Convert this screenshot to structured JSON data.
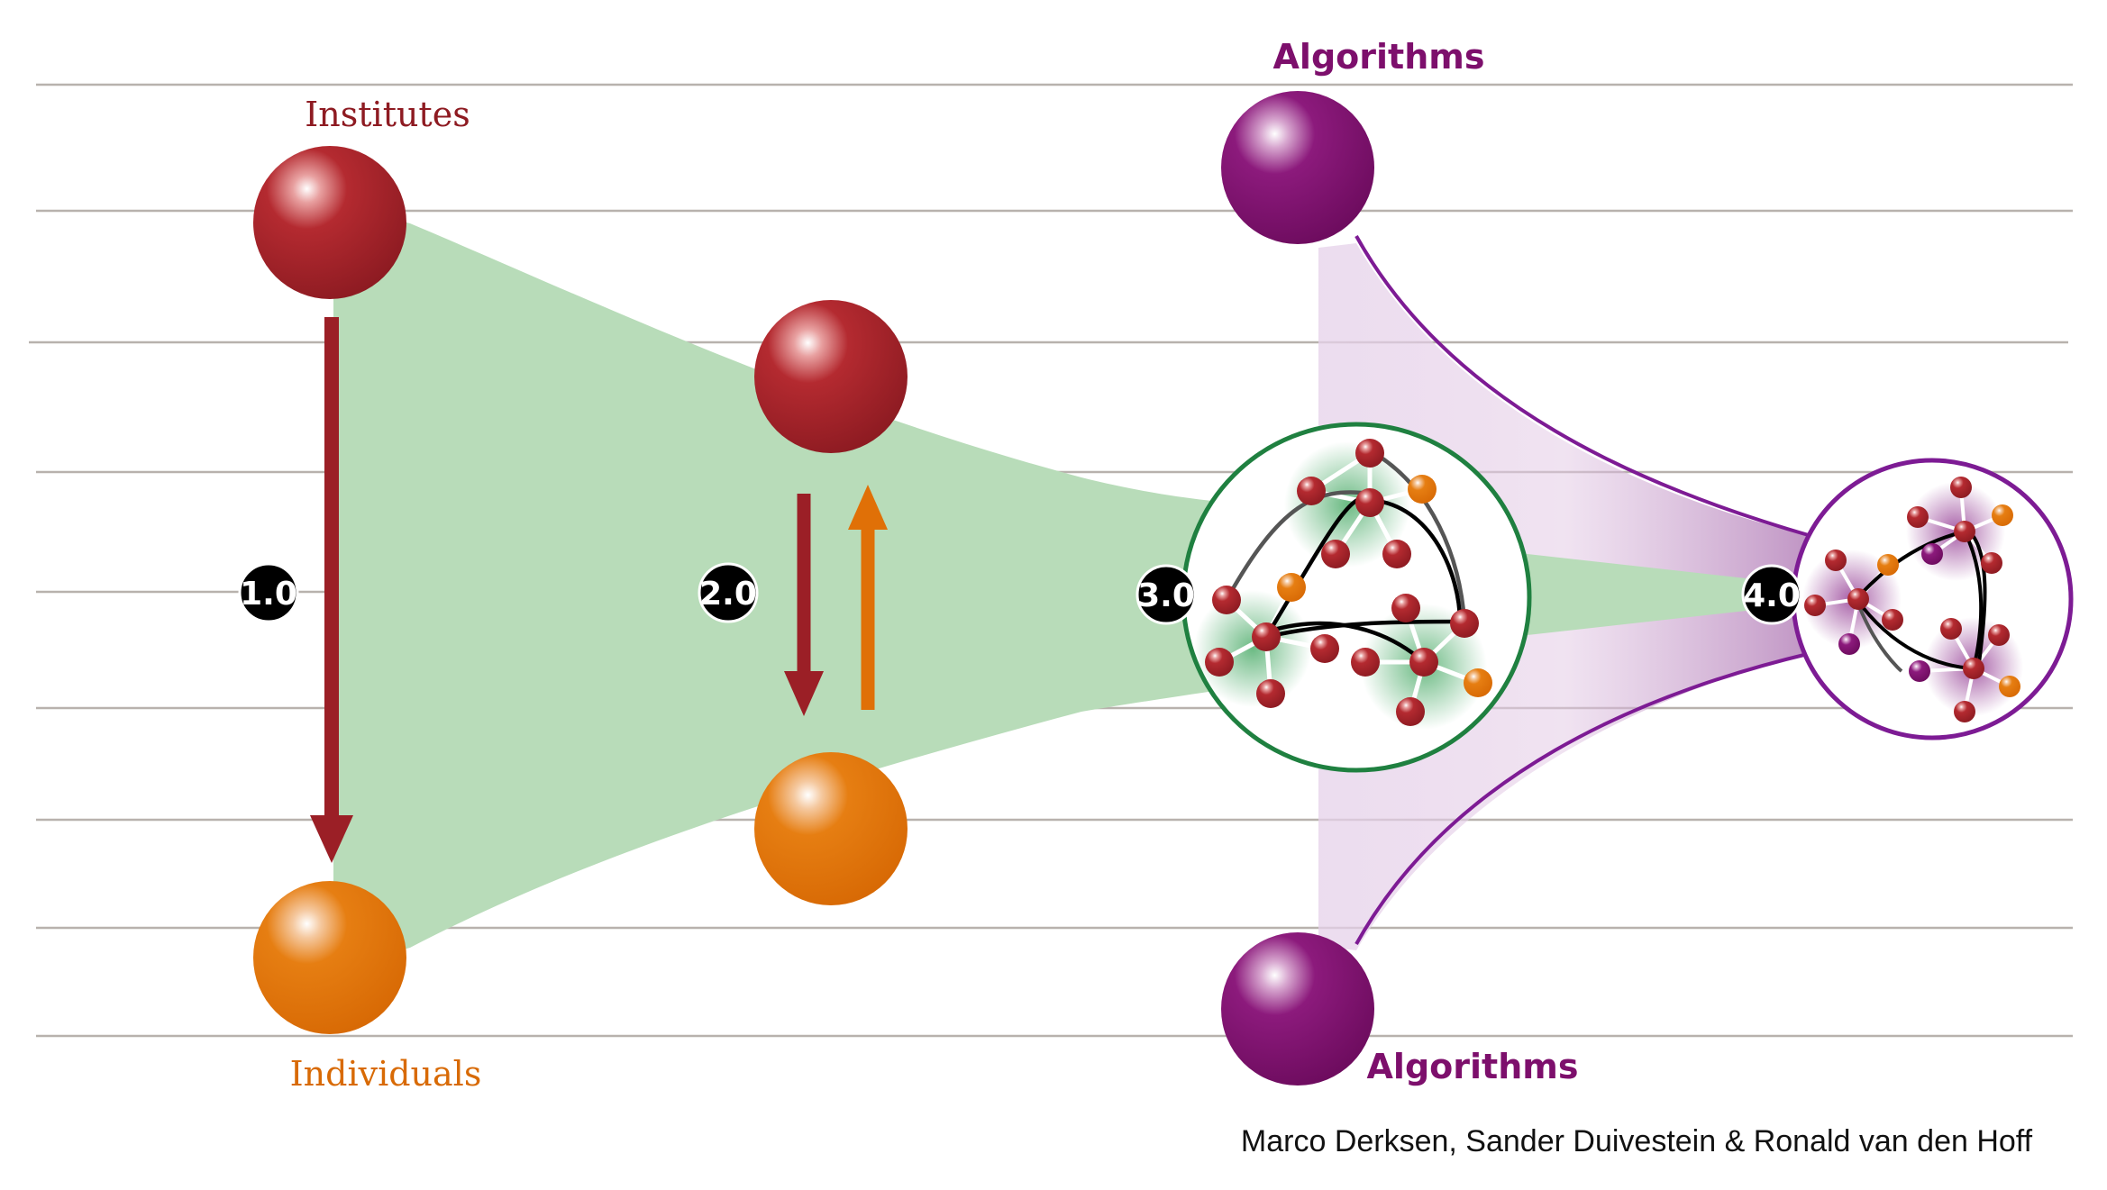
{
  "labels": {
    "institutes": "Institutes",
    "individuals": "Individuals",
    "algorithms_top": "Algorithms",
    "algorithms_bottom": "Algorithms"
  },
  "stages": [
    "1.0",
    "2.0",
    "3.0",
    "4.0"
  ],
  "credit": "Marco Derksen, Sander Duivestein & Ronald van den Hoff",
  "colors": {
    "institute": "#9b1f26",
    "individual": "#e07007",
    "algorithm": "#7d0f6c",
    "network_ring": "#1f8040",
    "fan": "#b8dcb9",
    "grid": "#b8b2ad",
    "ring_purple": "#7d1b94"
  }
}
